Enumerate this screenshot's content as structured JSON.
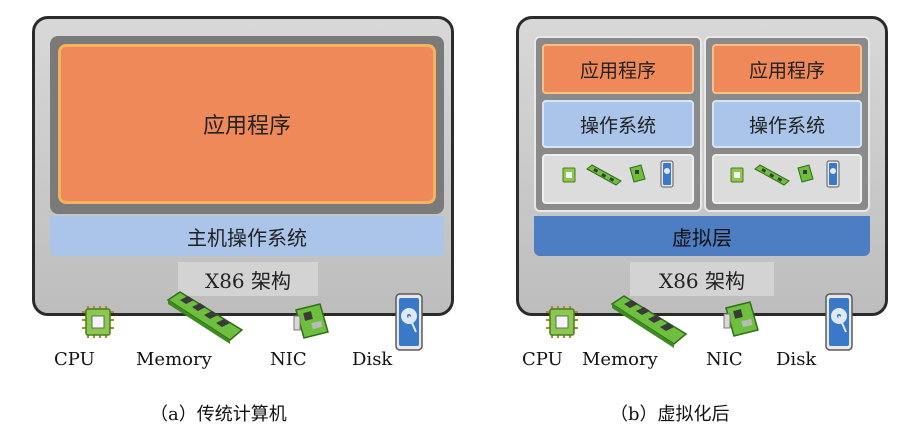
{
  "left": {
    "app_label": "应用程序",
    "host_os_label": "主机操作系统",
    "arch_label": "X86 架构",
    "hw_labels": {
      "cpu": "CPU",
      "memory": "Memory",
      "nic": "NIC",
      "disk": "Disk"
    },
    "caption": "（a）传统计算机"
  },
  "right": {
    "vm1": {
      "app_label": "应用程序",
      "os_label": "操作系统"
    },
    "vm2": {
      "app_label": "应用程序",
      "os_label": "操作系统"
    },
    "virtual_layer_label": "虚拟层",
    "arch_label": "X86 架构",
    "hw_labels": {
      "cpu": "CPU",
      "memory": "Memory",
      "nic": "NIC",
      "disk": "Disk"
    },
    "caption": "（b）虚拟化后"
  },
  "colors": {
    "app": "#f0895a",
    "os": "#aac4ea",
    "virtual_layer": "#4d7dc2",
    "chip_green": "#7cc24a",
    "disk_blue": "#3a78c8"
  },
  "icons": [
    "cpu-icon",
    "memory-icon",
    "nic-icon",
    "disk-icon"
  ]
}
